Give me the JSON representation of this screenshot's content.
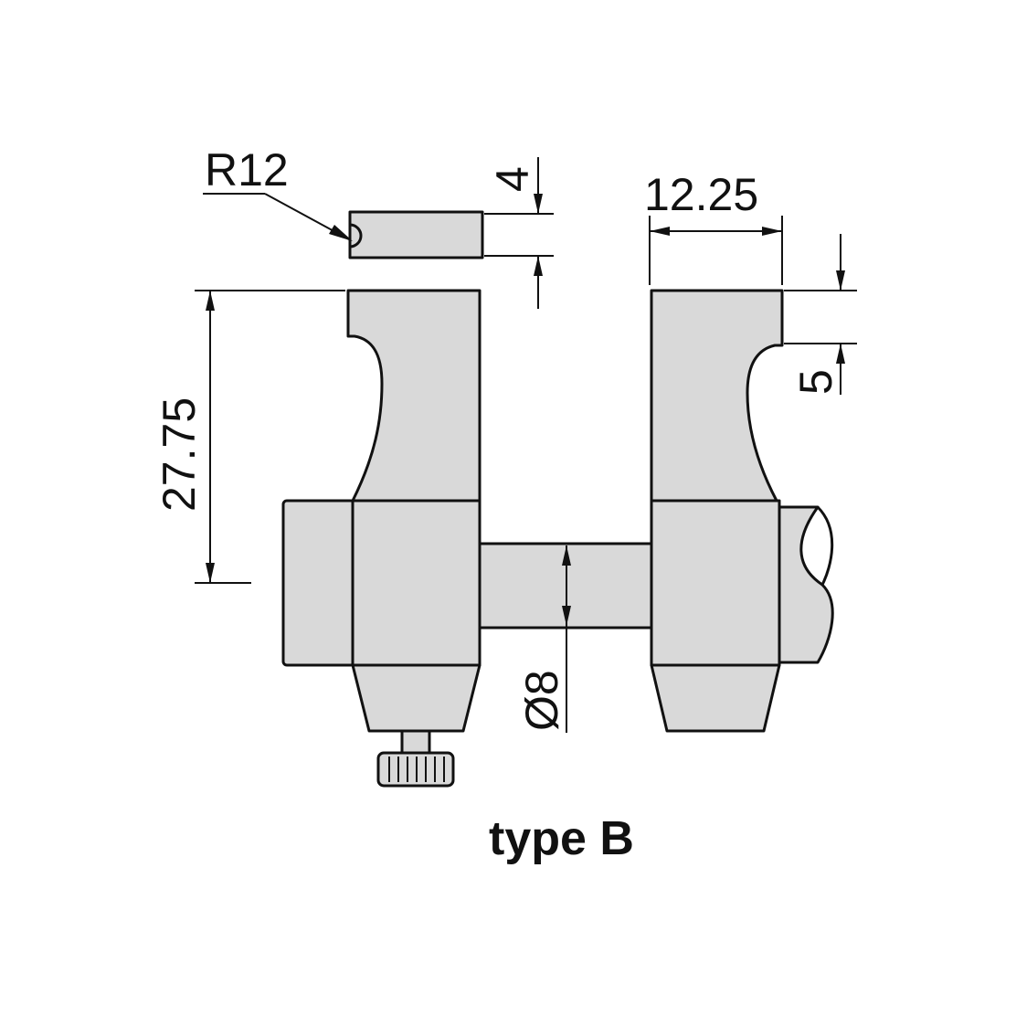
{
  "diagram": {
    "caption": "type B",
    "dimensions": {
      "radius": "R12",
      "tip_thickness": "4",
      "jaw_width": "12.25",
      "step_height": "5",
      "jaw_height": "27.75",
      "shaft_diameter": "Ø8"
    },
    "colors": {
      "fill": "#d9d9d9",
      "stroke": "#111111"
    }
  }
}
